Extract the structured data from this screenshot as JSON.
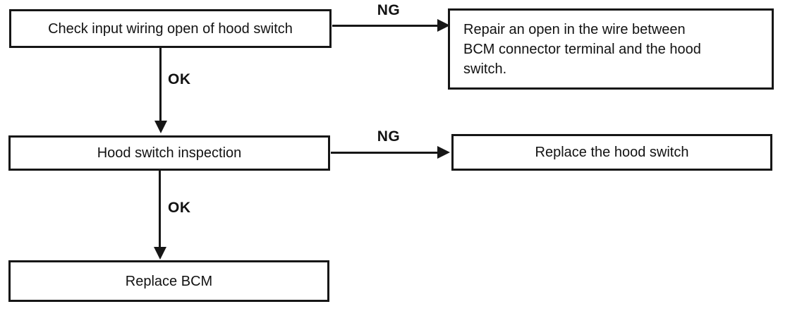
{
  "colors": {
    "line": "#161616",
    "background": "#ffffff",
    "text": "#121212"
  },
  "nodes": {
    "check_wiring": {
      "label": "Check input wiring open of hood switch"
    },
    "repair_open": {
      "label": "Repair an open in the wire between BCM connector terminal and the hood switch."
    },
    "inspection": {
      "label": "Hood switch inspection"
    },
    "replace_switch": {
      "label": "Replace the hood switch"
    },
    "replace_bcm": {
      "label": "Replace BCM"
    }
  },
  "edges": {
    "check_ng": {
      "label": "NG",
      "from": "check_wiring",
      "to": "repair_open"
    },
    "check_ok": {
      "label": "OK",
      "from": "check_wiring",
      "to": "inspection"
    },
    "inspection_ng": {
      "label": "NG",
      "from": "inspection",
      "to": "replace_switch"
    },
    "inspection_ok": {
      "label": "OK",
      "from": "inspection",
      "to": "replace_bcm"
    }
  }
}
